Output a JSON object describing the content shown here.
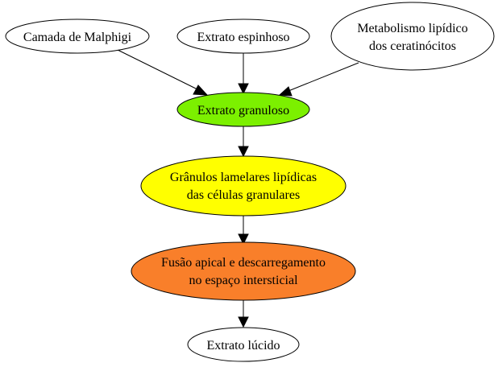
{
  "nodes": {
    "camada_malphigi": {
      "lines": [
        "Camada de Malphigi"
      ],
      "fill": "#ffffff"
    },
    "extrato_espinhoso": {
      "lines": [
        "Extrato espinhoso"
      ],
      "fill": "#ffffff"
    },
    "metabolismo": {
      "lines": [
        "Metabolismo lipídico",
        "dos ceratinócitos"
      ],
      "fill": "#ffffff"
    },
    "extrato_granuloso": {
      "lines": [
        "Extrato granuloso"
      ],
      "fill": "#7cf000"
    },
    "granulos": {
      "lines": [
        "Grânulos lamelares lipídicas",
        "das células granulares"
      ],
      "fill": "#ffff00"
    },
    "fusao": {
      "lines": [
        "Fusão apical e descarregamento",
        "no espaço intersticial"
      ],
      "fill": "#f97f2a"
    },
    "extrato_lucido": {
      "lines": [
        "Extrato lúcido"
      ],
      "fill": "#ffffff"
    }
  },
  "edges": [
    {
      "from": "camada_malphigi",
      "to": "extrato_granuloso"
    },
    {
      "from": "extrato_espinhoso",
      "to": "extrato_granuloso"
    },
    {
      "from": "metabolismo",
      "to": "extrato_granuloso"
    },
    {
      "from": "extrato_granuloso",
      "to": "granulos"
    },
    {
      "from": "granulos",
      "to": "fusao"
    },
    {
      "from": "fusao",
      "to": "extrato_lucido"
    }
  ]
}
